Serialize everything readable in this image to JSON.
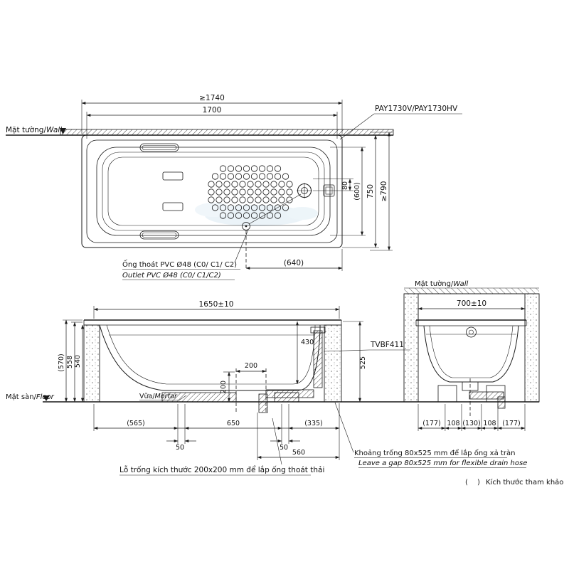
{
  "plan_view": {
    "model_label": "PAY1730V/PAY1730HV",
    "wall_label": {
      "vi": "Mặt tường/",
      "en": "Wall"
    },
    "outlet_label_vi": "Ống thoát PVC Ø48 (C0/ C1/ C2)",
    "outlet_label_en": "Outlet PVC Ø48 (C0/ C1/C2)",
    "dims": {
      "min_length": "≥1740",
      "length": "1700",
      "drain_offset": "80",
      "inner_width": "(600)",
      "width": "750",
      "min_width": "≥790",
      "outlet_distance": "(640)"
    }
  },
  "front_view": {
    "floor_label": {
      "vi": "Mặt sàn/",
      "en": "Floor"
    },
    "mortar_label": {
      "vi": "Vữa/",
      "en": "Mortar"
    },
    "drain_valve_label": "TVBF411",
    "hole_note": "Lỗ trống kích thước 200x200 mm để lắp ống thoát thải",
    "dims": {
      "length": "1650±10",
      "height_overall": "(570)",
      "height_rim": "558",
      "height_body": "540",
      "inner_depth": "430",
      "gap_height": "525",
      "hole_width": "200",
      "hole_height": "200",
      "left_offset": "(565)",
      "gap_left": "50",
      "center_span": "650",
      "gap_right": "50",
      "right_offset": "(335)",
      "drain_distance": "560"
    }
  },
  "end_view": {
    "wall_label": {
      "vi": "Mặt tường/",
      "en": "Wall"
    },
    "gap_note_vi": "Khoảng trống 80x525 mm để lắp ống xả tràn",
    "gap_note_en": "Leave a gap 80x525 mm for flexible drain hose",
    "dims": {
      "width": "700±10",
      "seg_1": "(177)",
      "seg_2": "108",
      "seg_3": "(130)",
      "seg_4": "108",
      "seg_5": "(177)"
    }
  },
  "footer": {
    "paren_open": "(",
    "paren_close": ")",
    "reference_note": "Kích thước tham khảo"
  }
}
